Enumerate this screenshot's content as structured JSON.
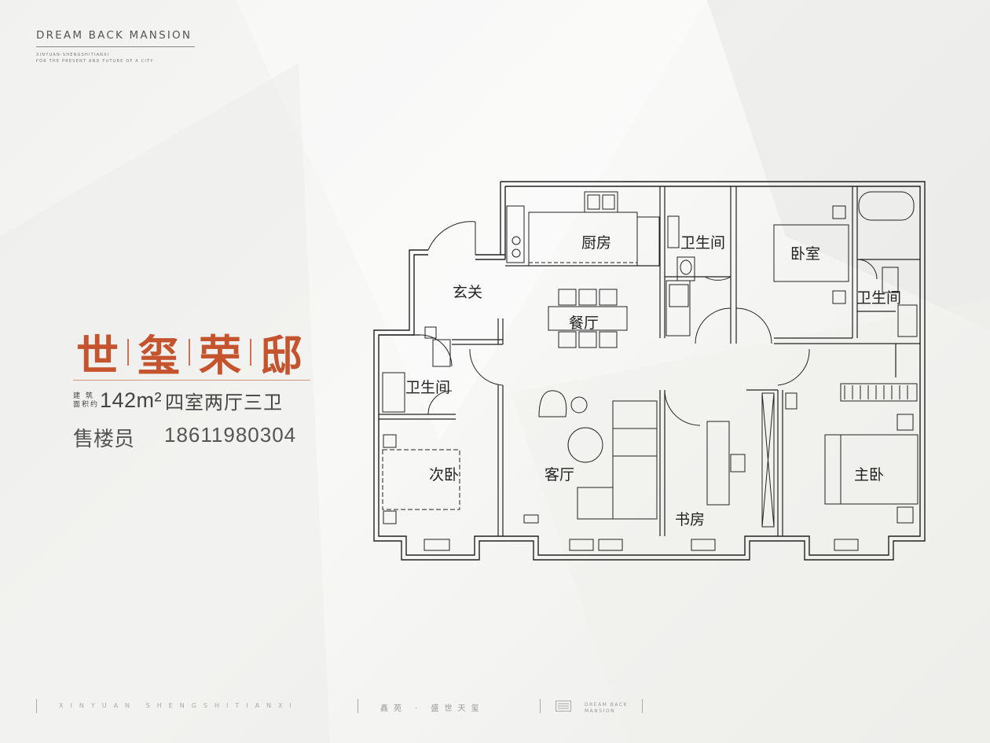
{
  "brand": {
    "english_title": "DREAM BACK MANSION",
    "subline_1": "XINYUAN-SHENGSHITIANXI",
    "subline_2": "FOR THE PRESENT AND FUTURE OF A CITY"
  },
  "project": {
    "name_chars": [
      "世",
      "玺",
      "荣",
      "邸"
    ],
    "area_label_line1": "建 筑",
    "area_label_line2": "面积约",
    "area": "142m²",
    "layout": "四室两厅三卫",
    "agent_label": "售楼员",
    "agent_phone": "18611980304"
  },
  "rooms": {
    "kitchen": "厨房",
    "bath_top": "卫生间",
    "bedroom": "卧室",
    "bath_right": "卫生间",
    "foyer": "玄关",
    "dining": "餐厅",
    "bath_left": "卫生间",
    "second_bedroom": "次卧",
    "living": "客厅",
    "study": "书房",
    "master_bedroom": "主卧"
  },
  "footer": {
    "pinyin": "XINYUAN SHENGSHITIANXI",
    "chinese": "鑫苑 · 盛世天玺",
    "logo_line1": "DREAM BACK",
    "logo_line2": "MANSION"
  },
  "colors": {
    "accent": "#c4532e",
    "background": "#f4f4f2",
    "wall": "#222222"
  }
}
